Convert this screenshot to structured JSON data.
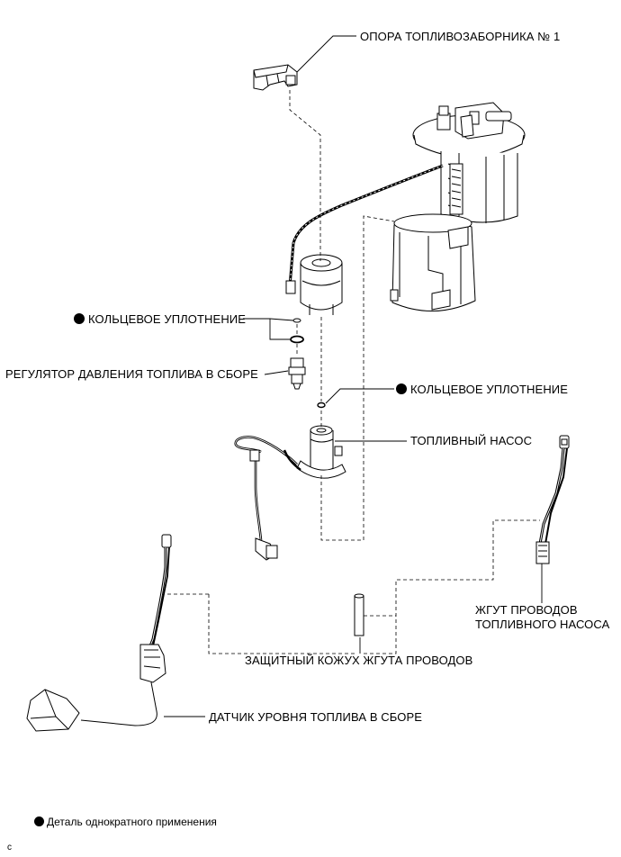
{
  "labels": {
    "bracket": "ОПОРА ТОПЛИВОЗАБОРНИКА № 1",
    "oring_left": "КОЛЬЦЕВОЕ УПЛОТНЕНИЕ",
    "regulator": "РЕГУЛЯТОР ДАВЛЕНИЯ ТОПЛИВА В СБОРЕ",
    "oring_right": "КОЛЬЦЕВОЕ УПЛОТНЕНИЕ",
    "pump": "ТОПЛИВНЫЙ НАСОС",
    "harness_line1": "ЖГУТ ПРОВОДОВ",
    "harness_line2": "ТОПЛИВНОГО НАСОСА",
    "protector": "ЗАЩИТНЫЙ КОЖУХ ЖГУТА ПРОВОДОВ",
    "sender": "ДАТЧИК УРОВНЯ ТОПЛИВА В СБОРЕ"
  },
  "legend": {
    "text": "Деталь однократного применения",
    "symbol": "filled-circle-icon"
  },
  "figure_code": "c"
}
